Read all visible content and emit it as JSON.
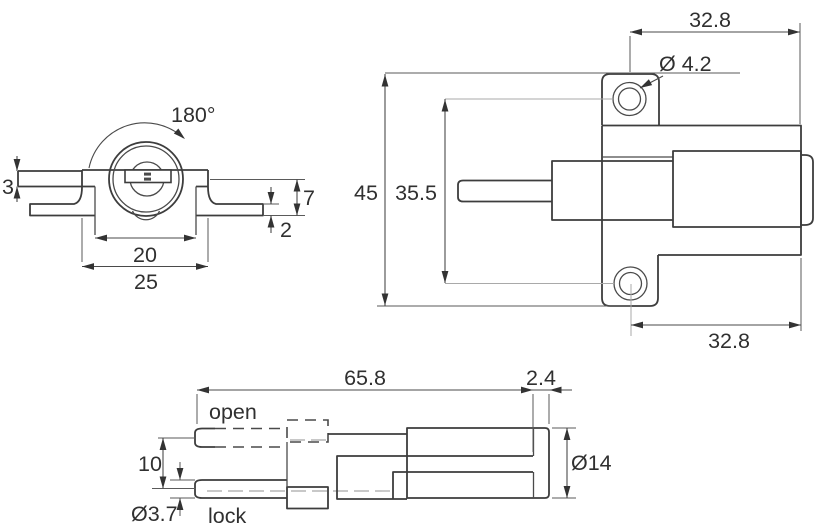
{
  "drawing": {
    "type": "technical-drawing",
    "subject": "cam lock / plunger latch, three orthographic views with dimensions (mm)",
    "colors": {
      "background": "#ffffff",
      "line": "#3d3d3d",
      "light_line": "#a9a9a9",
      "text": "#303030"
    },
    "front_view": {
      "rotation_label": "180°",
      "dims": {
        "bar_thickness": "3",
        "flange_height": "7",
        "wing_thickness": "2",
        "body_width": "20",
        "total_width": "25"
      }
    },
    "side_view": {
      "dims": {
        "hole_offset_top": "32.8",
        "hole_diameter": "Ø 4.2",
        "total_height": "45",
        "hole_spacing": "35.5",
        "hole_offset_bottom": "32.8"
      }
    },
    "plunger_view": {
      "labels": {
        "open": "open",
        "lock": "lock"
      },
      "dims": {
        "overall_length": "65.8",
        "flange_thickness": "2.4",
        "pin_travel": "10",
        "pin_diameter": "Ø3.7",
        "body_diameter": "Ø14"
      }
    }
  }
}
